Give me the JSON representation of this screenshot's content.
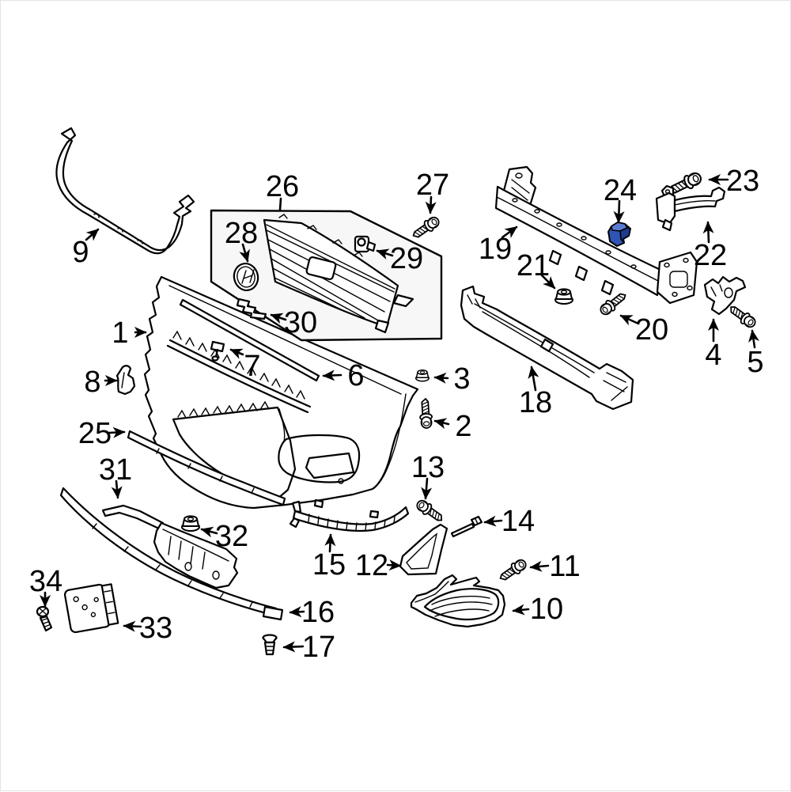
{
  "diagram": {
    "description": "Front bumper exploded parts diagram",
    "background": "#ffffff",
    "border_color": "#e4e4e4",
    "line_color": "#000000",
    "inset_box_fill": "#f7f7f7",
    "highlight": {
      "selected_callout": "24",
      "fill_top": "#5b7bd0",
      "fill_front": "#2f54b4",
      "fill_side": "#1e3c90"
    },
    "callouts": [
      {
        "label": "1"
      },
      {
        "label": "2"
      },
      {
        "label": "3"
      },
      {
        "label": "4"
      },
      {
        "label": "5"
      },
      {
        "label": "6"
      },
      {
        "label": "7"
      },
      {
        "label": "8"
      },
      {
        "label": "9"
      },
      {
        "label": "10"
      },
      {
        "label": "11"
      },
      {
        "label": "12"
      },
      {
        "label": "13"
      },
      {
        "label": "14"
      },
      {
        "label": "15"
      },
      {
        "label": "16"
      },
      {
        "label": "17"
      },
      {
        "label": "18"
      },
      {
        "label": "19"
      },
      {
        "label": "20"
      },
      {
        "label": "21"
      },
      {
        "label": "22"
      },
      {
        "label": "23"
      },
      {
        "label": "24"
      },
      {
        "label": "25"
      },
      {
        "label": "26"
      },
      {
        "label": "27"
      },
      {
        "label": "28"
      },
      {
        "label": "29"
      },
      {
        "label": "30"
      },
      {
        "label": "31"
      },
      {
        "label": "32"
      },
      {
        "label": "33"
      },
      {
        "label": "34"
      }
    ]
  }
}
